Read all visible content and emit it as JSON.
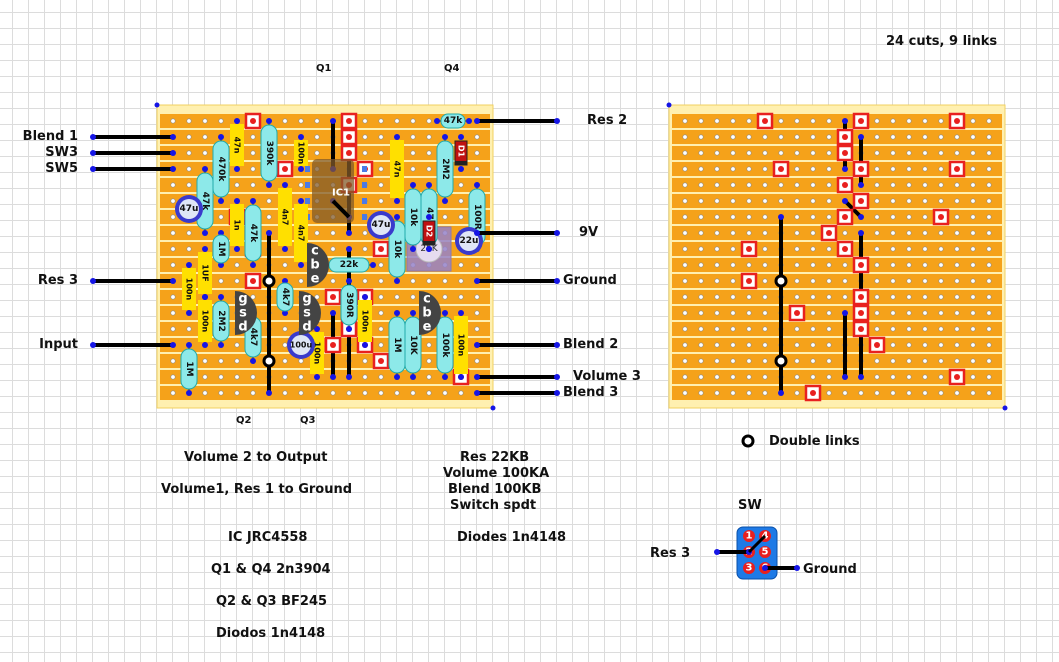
{
  "header": {
    "summary": "24 cuts,  9 links"
  },
  "transistor_labels": {
    "q1": "Q1",
    "q4": "Q4",
    "q2": "Q2",
    "q3": "Q3"
  },
  "left_wires": [
    {
      "label": "Blend 1",
      "row": 1
    },
    {
      "label": "SW3",
      "row": 2
    },
    {
      "label": "SW5",
      "row": 3
    },
    {
      "label": "Res 3",
      "row": 10
    },
    {
      "label": "Input",
      "row": 14
    }
  ],
  "right_wires": [
    {
      "label": "Res 2",
      "row": 0
    },
    {
      "label": "9V",
      "row": 7
    },
    {
      "label": "Ground",
      "row": 10
    },
    {
      "label": "Blend 2",
      "row": 14
    },
    {
      "label": "Volume 3",
      "row": 16
    },
    {
      "label": "Blend 3",
      "row": 17
    }
  ],
  "components": {
    "resistors": [
      {
        "value": "470k",
        "col": 3,
        "r1": 1,
        "r2": 5
      },
      {
        "value": "47k",
        "col": 2,
        "r1": 3,
        "r2": 7
      },
      {
        "value": "390k",
        "col": 6,
        "r1": 0,
        "r2": 4
      },
      {
        "value": "47k",
        "col": 5,
        "r1": 5,
        "r2": 9
      },
      {
        "value": "1M",
        "col": 3,
        "r1": 7,
        "r2": 9
      },
      {
        "value": "2M2",
        "col": 3,
        "r1": 11,
        "r2": 14
      },
      {
        "value": "4k7",
        "col": 5,
        "r1": 12,
        "r2": 15
      },
      {
        "value": "4k7",
        "col": 7,
        "r1": 10,
        "r2": 12
      },
      {
        "value": "1M",
        "col": 1,
        "r1": 14,
        "r2": 17
      },
      {
        "value": "47k",
        "col": 17,
        "r1": 0,
        "r2": 0,
        "horizontal": true,
        "c2": 18
      },
      {
        "value": "2M2",
        "col": 17,
        "r1": 1,
        "r2": 5
      },
      {
        "value": "10k",
        "col": 15,
        "r1": 4,
        "r2": 8
      },
      {
        "value": "47R",
        "col": 16,
        "r1": 4,
        "r2": 8
      },
      {
        "value": "100R",
        "col": 19,
        "r1": 4,
        "r2": 8
      },
      {
        "value": "10k",
        "col": 14,
        "r1": 6,
        "r2": 10
      },
      {
        "value": "22k",
        "col": 10,
        "r1": 9,
        "r2": 9,
        "horizontal": true,
        "c2": 12
      },
      {
        "value": "390R",
        "col": 11,
        "r1": 10,
        "r2": 13
      },
      {
        "value": "1M",
        "col": 14,
        "r1": 12,
        "r2": 16
      },
      {
        "value": "10K",
        "col": 15,
        "r1": 12,
        "r2": 16
      },
      {
        "value": "100k",
        "col": 17,
        "r1": 12,
        "r2": 16
      }
    ],
    "capacitors": [
      {
        "value": "47n",
        "col": 4,
        "r1": 0,
        "r2": 3
      },
      {
        "value": "100n",
        "col": 8,
        "r1": 1,
        "r2": 3
      },
      {
        "value": "1n",
        "col": 4,
        "r1": 5,
        "r2": 8
      },
      {
        "value": "4n7",
        "col": 7,
        "r1": 4,
        "r2": 8
      },
      {
        "value": "4n7",
        "col": 8,
        "r1": 5,
        "r2": 9
      },
      {
        "value": "1UF",
        "col": 2,
        "r1": 8,
        "r2": 11
      },
      {
        "value": "100n",
        "col": 1,
        "r1": 9,
        "r2": 12
      },
      {
        "value": "100n",
        "col": 2,
        "r1": 11,
        "r2": 14
      },
      {
        "value": "100n",
        "col": 9,
        "r1": 13,
        "r2": 16
      },
      {
        "value": "47n",
        "col": 14,
        "r1": 1,
        "r2": 5
      },
      {
        "value": "100n",
        "col": 12,
        "r1": 11,
        "r2": 14
      },
      {
        "value": "100n",
        "col": 18,
        "r1": 12,
        "r2": 16
      }
    ],
    "electrolytics": [
      {
        "value": "47u",
        "col": 1,
        "row": 5.5
      },
      {
        "value": "47u",
        "col": 13,
        "row": 6.5
      },
      {
        "value": "22u",
        "col": 18.5,
        "row": 7.5
      },
      {
        "value": "100u",
        "col": 8,
        "row": 14
      }
    ],
    "diodes": [
      {
        "label": "D1",
        "col": 18,
        "r1": 1,
        "r2": 3
      },
      {
        "label": "D2",
        "col": 16,
        "r1": 6,
        "r2": 8
      }
    ],
    "ic": {
      "label": "IC1"
    },
    "trimmer": {
      "label": "25K"
    },
    "npn": [
      {
        "pins": [
          "c",
          "b",
          "e"
        ],
        "col": 9,
        "row": 8
      },
      {
        "pins": [
          "c",
          "b",
          "e"
        ],
        "col": 16,
        "row": 11
      }
    ],
    "jfet": [
      {
        "pins": [
          "g",
          "s",
          "d"
        ],
        "col": 4,
        "row": 12
      },
      {
        "pins": [
          "g",
          "s",
          "d"
        ],
        "col": 8,
        "row": 12
      }
    ]
  },
  "notes_left": [
    "Volume 2 to Output",
    "Volume1, Res 1 to Ground",
    "IC JRC4558",
    "Q1 & Q4 2n3904",
    "Q2 & Q3 BF245",
    "Diodos 1n4148"
  ],
  "notes_right": [
    "Res 22KB",
    "Volume 100KA",
    "Blend 100KB",
    "Switch  spdt",
    "Diodes 1n4148"
  ],
  "legend": {
    "double_links": "Double links"
  },
  "switch": {
    "title": "SW",
    "pins": [
      "1",
      "4",
      "2",
      "5",
      "3",
      "6"
    ],
    "left_label": "Res 3",
    "right_label": "Ground"
  },
  "colors": {
    "board": "#f5a21a",
    "board_edge": "#fff0b0",
    "strip_gap": "#fde6a6",
    "cut": "#e8201f",
    "resistor": "#8de9e9",
    "capacitor": "#ffe000",
    "wire": "#000000",
    "node": "#1515e6",
    "electrolytic": "#3a3acc",
    "diode": "#c01010",
    "switch": "#1e7ae6"
  },
  "cuts_board1": [
    [
      0,
      5
    ],
    [
      0,
      11
    ],
    [
      1,
      11
    ],
    [
      2,
      11
    ],
    [
      3,
      12
    ],
    [
      4,
      11
    ],
    [
      3,
      7
    ],
    [
      6,
      4
    ],
    [
      8,
      5
    ],
    [
      10,
      5
    ],
    [
      11,
      12
    ],
    [
      11,
      10
    ],
    [
      12,
      11
    ],
    [
      13,
      11
    ],
    [
      14,
      12
    ],
    [
      15,
      13
    ],
    [
      16,
      18
    ],
    [
      8,
      13
    ],
    [
      14,
      10
    ]
  ],
  "cuts_board2": [
    [
      0,
      5
    ],
    [
      0,
      11
    ],
    [
      0,
      17
    ],
    [
      1,
      10
    ],
    [
      2,
      10
    ],
    [
      3,
      6
    ],
    [
      3,
      11
    ],
    [
      3,
      17
    ],
    [
      4,
      10
    ],
    [
      5,
      11
    ],
    [
      6,
      10
    ],
    [
      6,
      16
    ],
    [
      7,
      9
    ],
    [
      8,
      4
    ],
    [
      8,
      10
    ],
    [
      9,
      11
    ],
    [
      10,
      4
    ],
    [
      11,
      11
    ],
    [
      12,
      7
    ],
    [
      12,
      11
    ],
    [
      13,
      11
    ],
    [
      14,
      12
    ],
    [
      16,
      17
    ],
    [
      17,
      8
    ]
  ]
}
